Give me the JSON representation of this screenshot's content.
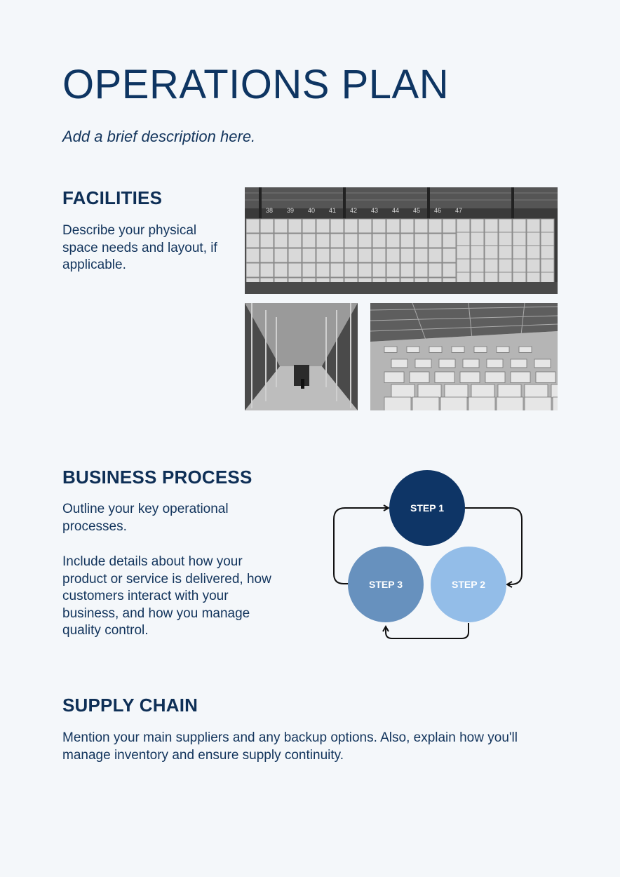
{
  "header": {
    "title": "OPERATIONS PLAN",
    "subtitle": "Add a brief description here."
  },
  "facilities": {
    "heading": "FACILITIES",
    "description": "Describe your physical space needs and layout, if applicable.",
    "photo_labels": [
      "38",
      "39",
      "40",
      "41",
      "42",
      "43",
      "44",
      "45",
      "46",
      "47"
    ]
  },
  "business_process": {
    "heading": "BUSINESS PROCESS",
    "paragraph_1": "Outline your key operational processes.",
    "paragraph_2": "Include details about how your product or service is delivered, how customers interact with your business, and how you manage quality control.",
    "steps": [
      {
        "label": "STEP 1",
        "color": "#0e3566"
      },
      {
        "label": "STEP 2",
        "color": "#93bde8"
      },
      {
        "label": "STEP 3",
        "color": "#6791be"
      }
    ]
  },
  "supply_chain": {
    "heading": "SUPPLY CHAIN",
    "description": "Mention your main suppliers and any backup options. Also, explain how you'll manage inventory and ensure supply continuity."
  },
  "colors": {
    "primary": "#0e2f56",
    "background": "#f4f7fa"
  }
}
